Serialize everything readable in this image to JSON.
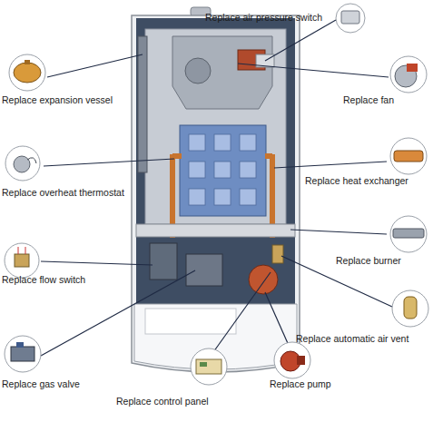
{
  "diagram": {
    "labels": [
      "Replace air pressure switch",
      "Replace expansion vessel",
      "Replace fan",
      "Replace heat exchanger",
      "Replace overheat thermostat",
      "Replace burner",
      "Replace flow switch",
      "Replace automatic air vent",
      "Replace gas valve",
      "Replace pump",
      "Replace control panel"
    ]
  }
}
